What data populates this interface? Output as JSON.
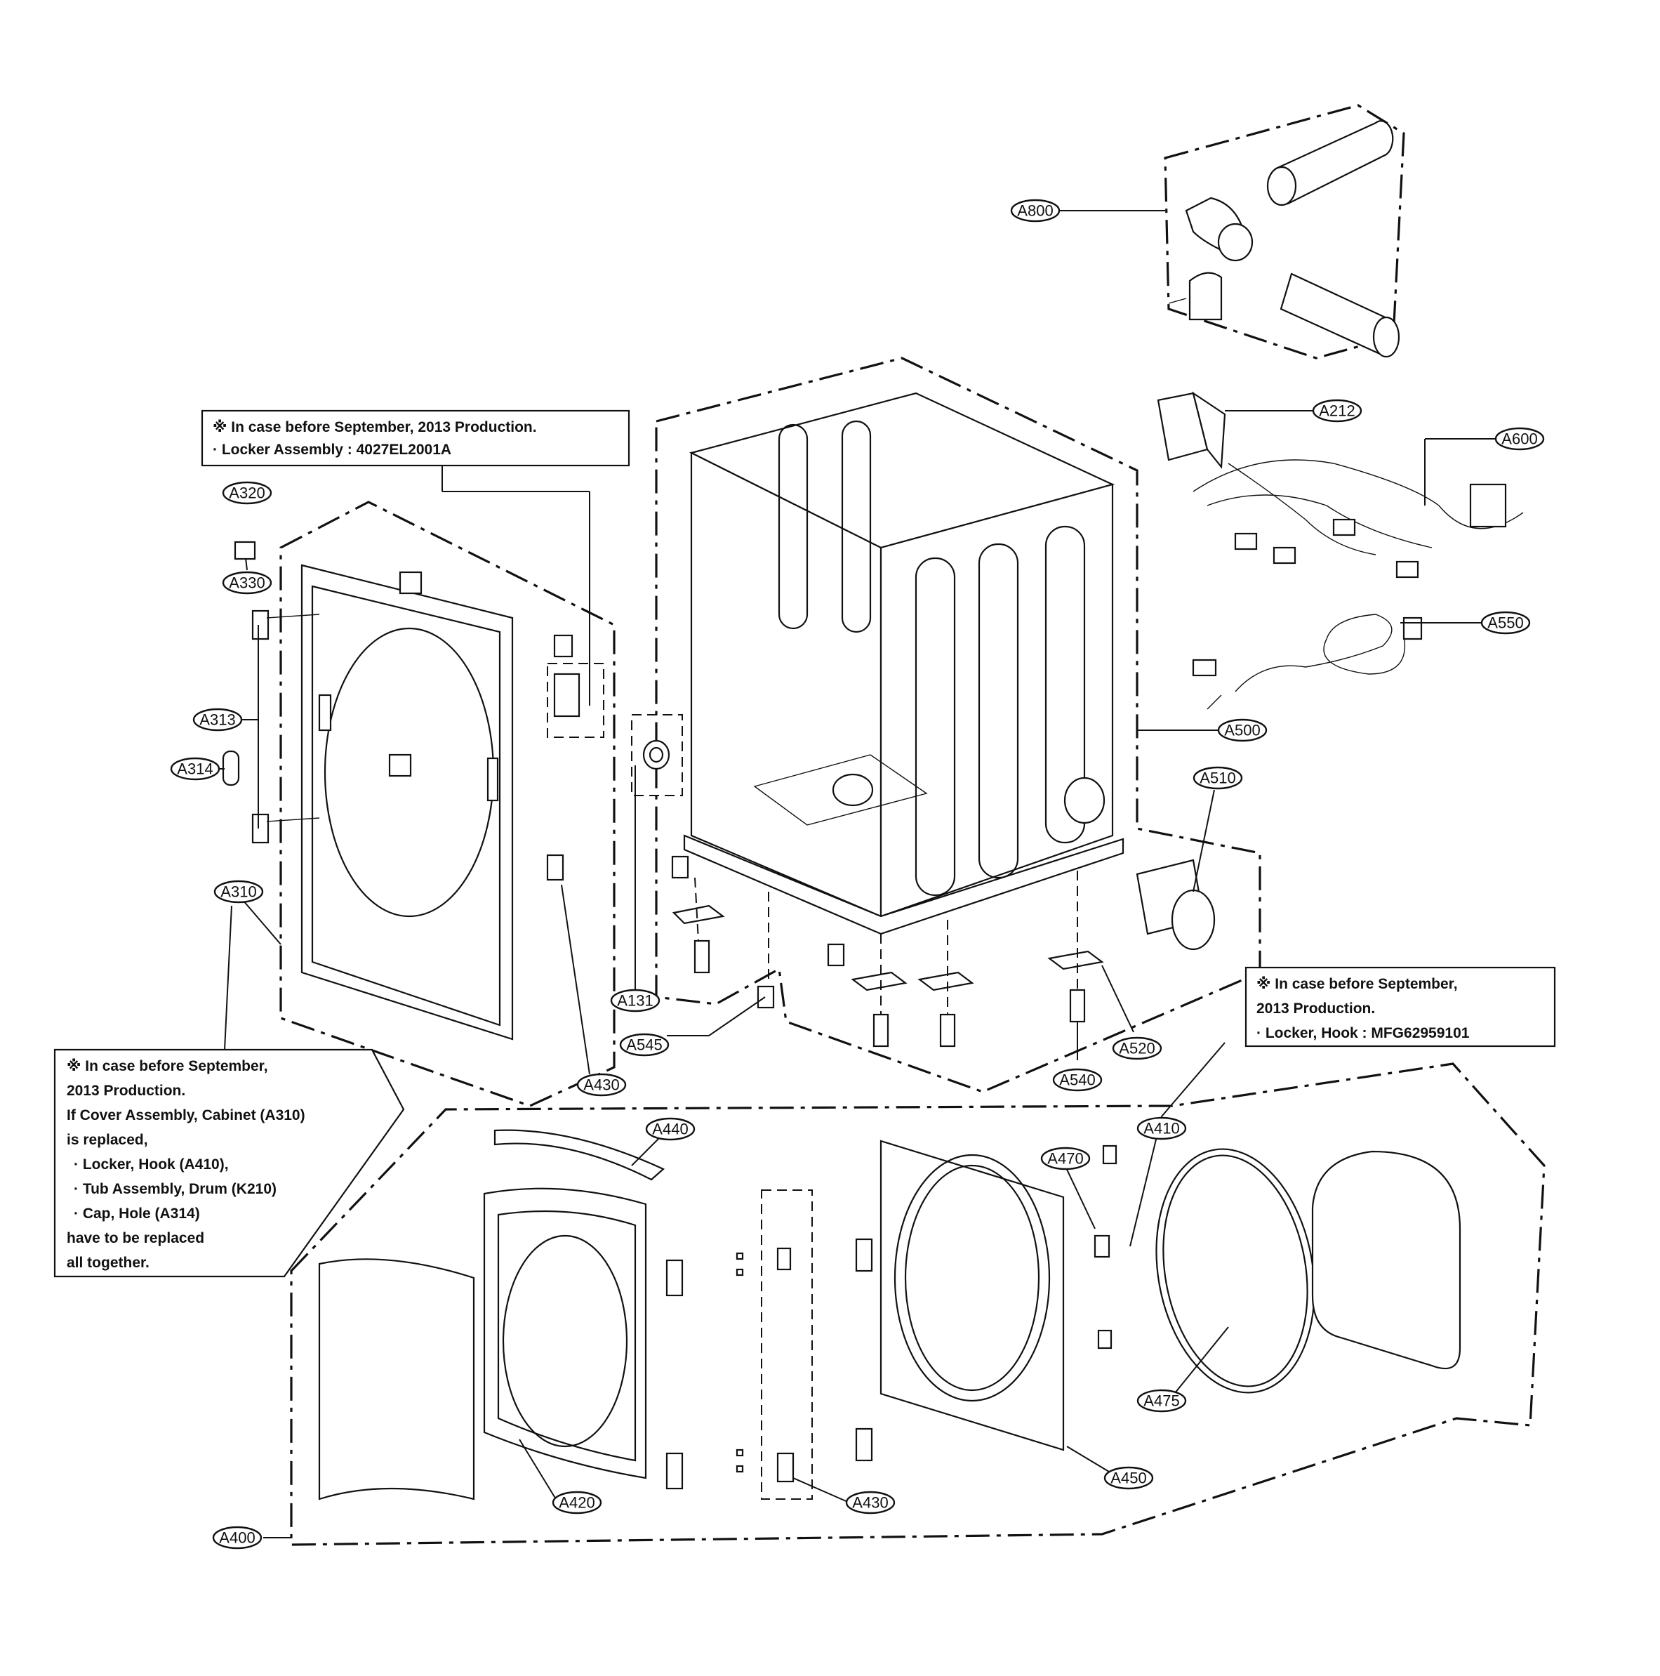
{
  "labels": {
    "A800": "A800",
    "A212": "A212",
    "A600": "A600",
    "A550": "A550",
    "A500": "A500",
    "A510": "A510",
    "A320": "A320",
    "A330": "A330",
    "A313": "A313",
    "A314": "A314",
    "A310": "A310",
    "A430a": "A430",
    "A131": "A131",
    "A545": "A545",
    "A540": "A540",
    "A520": "A520",
    "A410": "A410",
    "A440": "A440",
    "A470": "A470",
    "A475": "A475",
    "A450": "A450",
    "A420": "A420",
    "A430b": "A430",
    "A400": "A400"
  },
  "notes": {
    "top": [
      "※ In case before September, 2013 Production.",
      "· Locker Assembly : 4027EL2001A"
    ],
    "right": [
      "※ In case before September,",
      "2013 Production.",
      "· Locker, Hook : MFG62959101"
    ],
    "left": [
      "※ In case before September,",
      "2013 Production.",
      "If Cover Assembly, Cabinet (A310)",
      "is replaced,",
      "· Locker, Hook (A410),",
      "· Tub Assembly, Drum (K210)",
      "· Cap, Hole (A314)",
      "have to be replaced",
      "all together."
    ]
  }
}
